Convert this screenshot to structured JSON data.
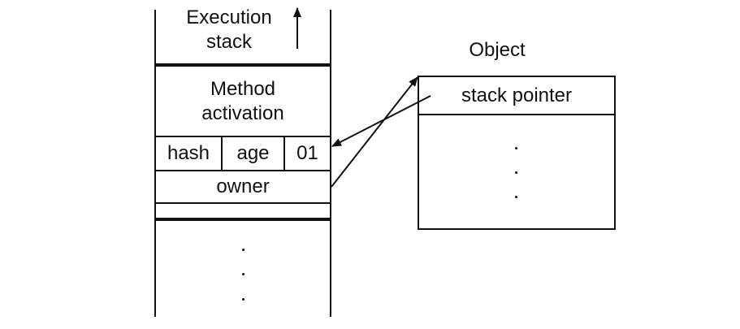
{
  "stack": {
    "title_line1": "Execution",
    "title_line2": "stack",
    "method_line1": "Method",
    "method_line2": "activation",
    "fields": [
      "hash",
      "age",
      "01"
    ],
    "owner": "owner"
  },
  "object": {
    "title": "Object",
    "stack_pointer": "stack pointer"
  }
}
